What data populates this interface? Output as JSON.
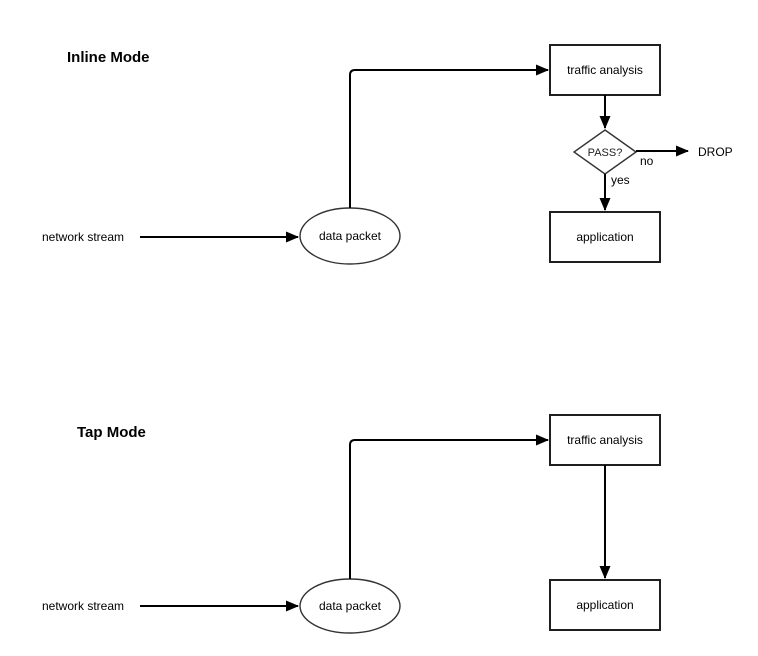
{
  "inline_mode": {
    "title": "Inline Mode",
    "network_stream_label": "network stream",
    "data_packet_label": "data packet",
    "traffic_analysis_label": "traffic analysis",
    "decision_label": "PASS?",
    "edge_no_label": "no",
    "edge_yes_label": "yes",
    "drop_label": "DROP",
    "application_label": "application"
  },
  "tap_mode": {
    "title": "Tap Mode",
    "network_stream_label": "network stream",
    "data_packet_label": "data packet",
    "traffic_analysis_label": "traffic analysis",
    "application_label": "application"
  },
  "colors": {
    "background": "#ffffff",
    "stroke": "#000000",
    "shape_fill": "#ffffff",
    "text": "#000000"
  }
}
